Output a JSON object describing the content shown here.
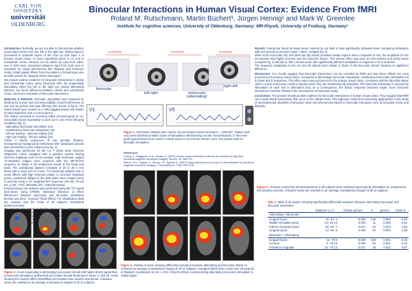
{
  "header": {
    "logo_line1": "CARL VON",
    "logo_line2": "OSSIETZKY",
    "logo_line3": "universität",
    "logo_line4": "OLDENBURG",
    "title": "Binocular Interactions in Human Visual Cortex: Evidence From fMRI",
    "authors": "Roland M. Rutschmann, Martin Büchert¹, Jürgen Hennig¹ and Mark W. Greenlee",
    "affiliation": "Institute for cognitive sciences, University of Oldenburg, Germany; MR-Physik, University of Freiburg, Germany¹"
  },
  "intro": {
    "heading": "Introduction:",
    "text": "Normally, we are not able to discriminate whether visual input comes from the left or the right eye. Retinal input is processed in separate layers of the LGN up until layer 4 in primary visual cortex. In more superficial layers in V1 and in extrastriate cortex, neurons can be driven by input from either one or both eyes. Interaction between input from both eyes is important for visual phenomena like disparity and binocular rivalry. Small spatial offsets from the pattern of retinal input also provide a basis for disparity-driven stereopsis.",
    "text2": "We provide indirect evidence for binocular interactions in striate and extrastriate cortex using functional MRI. By sequentially stimulating either the left or the right eye (visual alternating fashion), we found difference-between striate and extrastriate cortex, which are indicative of binocular interactions."
  },
  "methods": {
    "heading": "Materials & Methods:",
    "text": "Dichoptic stimulation was achieved by dividing the screen and mirroring visibility of each half-screen to one eye via prisms and polar filtering (see arrows in fig.1). The visual stimuli were viewed on a VRD goggles-based and shutter to back projection onto a LCD projector.",
    "text2": "The stimuli consisted of reversing radial checkerboards (4 Hz, sinusoidal) shown separately to each eye in one of the following conditions (fig. 1):",
    "list": [
      "- alternating monocular stimulation (24)",
      "- simultaneous binocular stimulation (18)",
      "- left eye leading - right eye trailing (24)",
      "- right eye leading - left eye trailing (24)"
    ],
    "text3": "These 4 blocks sequences of one periodic (fixation, homogeneous background) interleaved with stimulation periods were presented to each subject (see fig. 1).",
    "text4": "Imaging was performed on the 1.5 T whole body Siemens Magnetom Vision equipped with a gradient system having 25mT/m amplitude and 0.5 ms risetime. High resolution, angled T1-weighted images were acquired with the MP-RAGE sequence to obtain a 3D anatomical model of the head and brain. The activational dataset consisted of 20 to 30 5 mm slices with a voxel size of 3 mm³. For functional analysis and to avoid effects with high temporal peaks, to increase statistical power, positioned oblique to the axial plane were imaged every 3 seconds using a T2* weighted EPI sequence (TE=60; TR=56 ms, α=90°, FOV=256x256 mm², 128x128 matrix).",
    "text5": "Preprocessing and analysis was performed using the T2* signal time-series using SPM99. Statistical inference of effect differences between interocular and binocular stimulation periods was done \"in-group\" (fixed-effect). For visualization data are overlaid onto the mean of all subjects' normalized anatomical data.",
    "text6": "17 subjects (12 males, 5 female, mean age = 25.1 years) participated in the experiment. They were instructed to press a button if they were unable to maintain binocular fixation. Data of three subjects had to be discarded due to pronounced motion artifacts prior to analysis."
  },
  "figure1": {
    "label_1": "5 seconds",
    "label_2": "5 seconds",
    "label_3": "5 seconds",
    "binocular": "binocular",
    "right_left": "right-left",
    "left_right": "left-right",
    "monocular": "monocular",
    "monocular_sub": "(alternating)",
    "caption_label": "Figure 1:",
    "caption": "Schematic stimulus time course. Six successive (mean luminance = 100cd/m², fixation spot only) were interleaved within scans of stimulation with flickering circular checkerboards. In the lower panel typical BOLD time course in visual areas V1 and V5 are shown, inset. The prisms used for dichoptic stimulation."
  },
  "references": {
    "heading": "References:",
    "ref1": "Cheng, K., Waggoner, R.A., Tanaka, K. (2001) Human ocular dominance columns as revealed by high-field functional magnetic resonance imaging. Neuron, 32, 359-374.",
    "ref2": "Menon, R.S., Ogawa, S., Strupp, J.P., Ugurbil, K. (1997) Ocular dominance in human V1 demonstrated by functional magnetic resonance imaging. J Neurophysiol, 77(5):2780-2787."
  },
  "results": {
    "heading": "Results:",
    "text": "Overall we found all visual areas covered by our field of view significantly activated when comparing stimulation with rest periods (corrected voxels <.0001, compare fig. 2).",
    "text2": "When both monocular (M) and binocular (B) stimuli activated similar regions when compared to rest, the amplitude for the M-response was higher at areas near the calcarine fissure. The reverse effect was seen at more anterior and dorsal areas (compare fig. 3 and tab 1). Tab 1 shows areas with significantly different amplitudes in response to M vs B stimuli.",
    "text3": "The response amplitudes to the LR and RL stimuli were similar to those of the binocular stimuli showing no significant difference."
  },
  "discussion": {
    "heading": "Discussion:",
    "text": "Our results suggest that binocular interactions can be revealed by fMRI and that these effects are most pronounced in primary visual cortex. Compared to alternating monocular stimulation, simultaneous binocular stimulation led to lower BOLD responses. This effect was most pronounced in the primary visual cortex, consistent with the idea that striate cells in ocular dominance columns interact when they are simultaneously activated. This binocular interaction is reduced by stimulation of each eye in alternation and, as a consequence, the BOLD response becomes larger. Such binocular interactions could be related to the mechanisms of binocular rivalry."
  },
  "conclusion": {
    "heading": "Conclusion:",
    "text": "The present results provide evidence for binocular interactions in human visual cortex. They suggest that fMRI can reveal neural interactions that occur at the cellular level. This approach might find interesting applications in the study of developmental disorders of binocular vision and phenomena based on binocular interaction such as binocular rivalry and disparity."
  },
  "figure2": {
    "caption_label": "Figure 2:",
    "caption": "All areas covered by all measurements in all subjects were activated vigorously by stimulation as compared to rest (fixation periods). Activation areas are overlaid on an average of anatomical images of all 14 subjects."
  },
  "figure3": {
    "caption_label": "Figure 3:",
    "caption": "Areas responding to alternating (monocular) stimuli with higher BOLD signal than to binocular stimulation (yellow/red) are located around Brodmann's areas 17 and 18. Areas showing the reverse effect (violet/blue) are located more anterior and dorsal. Activation areas are overlaid on an average of anatomical images of all 14 subjects."
  },
  "figure4": {
    "caption_label": "Figure 4:",
    "caption": "Overlay of areas showing differential activation between alternating and binocular stimuli on rendered an average of anatomical images of all 14 subjects. Averaged BOLD time course over all subjects in Talairach coordinates 16,-91,-4 (V1). Only the BOLD contrast during alternating monocular stimulation is visibly higher."
  },
  "table1": {
    "title_label": "Tab. 1:",
    "title": "Table of all clusters showing significantly differential activation between alternating monocular and binocular stimulation.",
    "col_headers": [
      "",
      "Talairach\nx y z",
      "Cluster\np(corr)",
      "k",
      "p(corr)",
      "Voxel\nZ"
    ],
    "group1_label": "Alternating > Binocular",
    "group1_rows": [
      [
        "Lingual Gyrus",
        "16 -91 -4",
        "0.000",
        "149",
        "0.000",
        "5.46"
      ],
      [
        "Middle Occipital Gyrus",
        "-34 -91 10",
        "0.000",
        "11",
        "0.005",
        "4.60"
      ],
      [
        "Inferior Occipital Gyrus",
        "-26 -92 -7",
        "0.017",
        "16",
        "0.013",
        "4.60"
      ],
      [
        "Lingual Gyrus",
        "-12 -94 -5",
        "0.004",
        "26",
        "0.004",
        "4.38"
      ]
    ],
    "group2_label": "Binocular > Alternating",
    "group2_rows": [
      [
        "Lingual Gyrus",
        "-12 -79 6",
        "0.000",
        "136",
        "0.001",
        "5.30"
      ],
      [
        "Cuneus",
        "0 -75 16",
        "0.000",
        "84",
        "0.001",
        "5.13"
      ],
      [
        "Posterior Cingulate",
        "21 -73 13",
        "0.017",
        "16",
        "0.010",
        "4.87"
      ]
    ]
  },
  "colors": {
    "title_blue": "#1b3a7a",
    "accent_red": "#d23a2a",
    "heading_blue": "#2a4f9a",
    "activation_yellow": "#f5e12a",
    "activation_red": "#e23b1e",
    "activation_blue": "#2d57d8"
  }
}
